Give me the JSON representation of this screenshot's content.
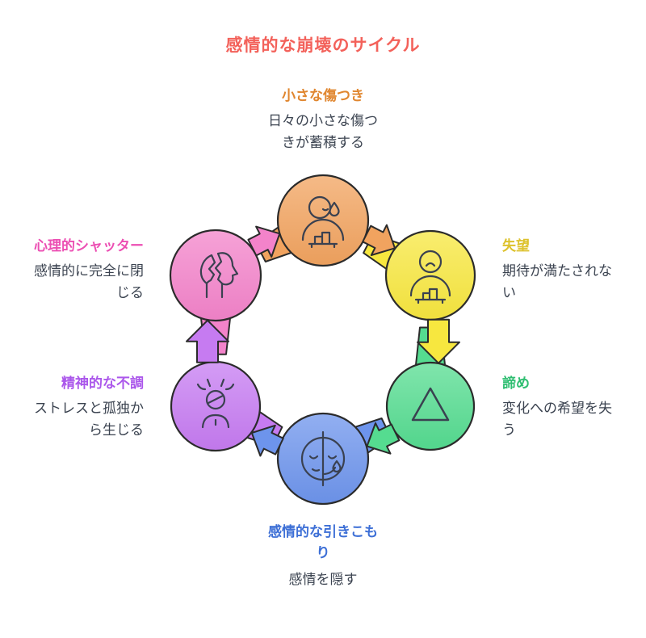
{
  "title": "感情的な崩壊のサイクル",
  "title_color": "#f3615a",
  "desc_color": "#3b4350",
  "outline_color": "#2b2b2b",
  "cycle_direction": "clockwise",
  "nodes": [
    {
      "name": "small-hurts",
      "label": "小さな傷つき",
      "desc_lines": [
        "日々の小さな傷つ",
        "きが蓄積する"
      ],
      "fill": "#f1a35f",
      "label_color": "#e0862f",
      "icon": "crying-person"
    },
    {
      "name": "disappointment",
      "label": "失望",
      "desc_lines": [
        "期待が満たされな",
        "い"
      ],
      "fill": "#f7e73f",
      "label_color": "#ddc22d",
      "icon": "sad-person"
    },
    {
      "name": "giving-up",
      "label": "諦め",
      "desc_lines": [
        "変化への希望を失",
        "う"
      ],
      "fill": "#55dc90",
      "label_color": "#2fbe71",
      "icon": "triangle"
    },
    {
      "name": "emotional-withdrawal",
      "label_lines": [
        "感情的な引きこも",
        "り"
      ],
      "desc_lines": [
        "感情を隠す"
      ],
      "fill": "#6d94ec",
      "label_color": "#3d6fd6",
      "icon": "split-face"
    },
    {
      "name": "mental-distress",
      "label": "精神的な不調",
      "desc_lines": [
        "ストレスと孤独か",
        "ら生じる"
      ],
      "fill": "#c67bf1",
      "label_color": "#ab57eb",
      "icon": "stressed-person"
    },
    {
      "name": "psychological-shutter",
      "label": "心理的シャッター",
      "desc_lines": [
        "感情的に完全に閉",
        "じる"
      ],
      "fill": "#f383ca",
      "label_color": "#ec4fb3",
      "icon": "cracked-head"
    }
  ]
}
